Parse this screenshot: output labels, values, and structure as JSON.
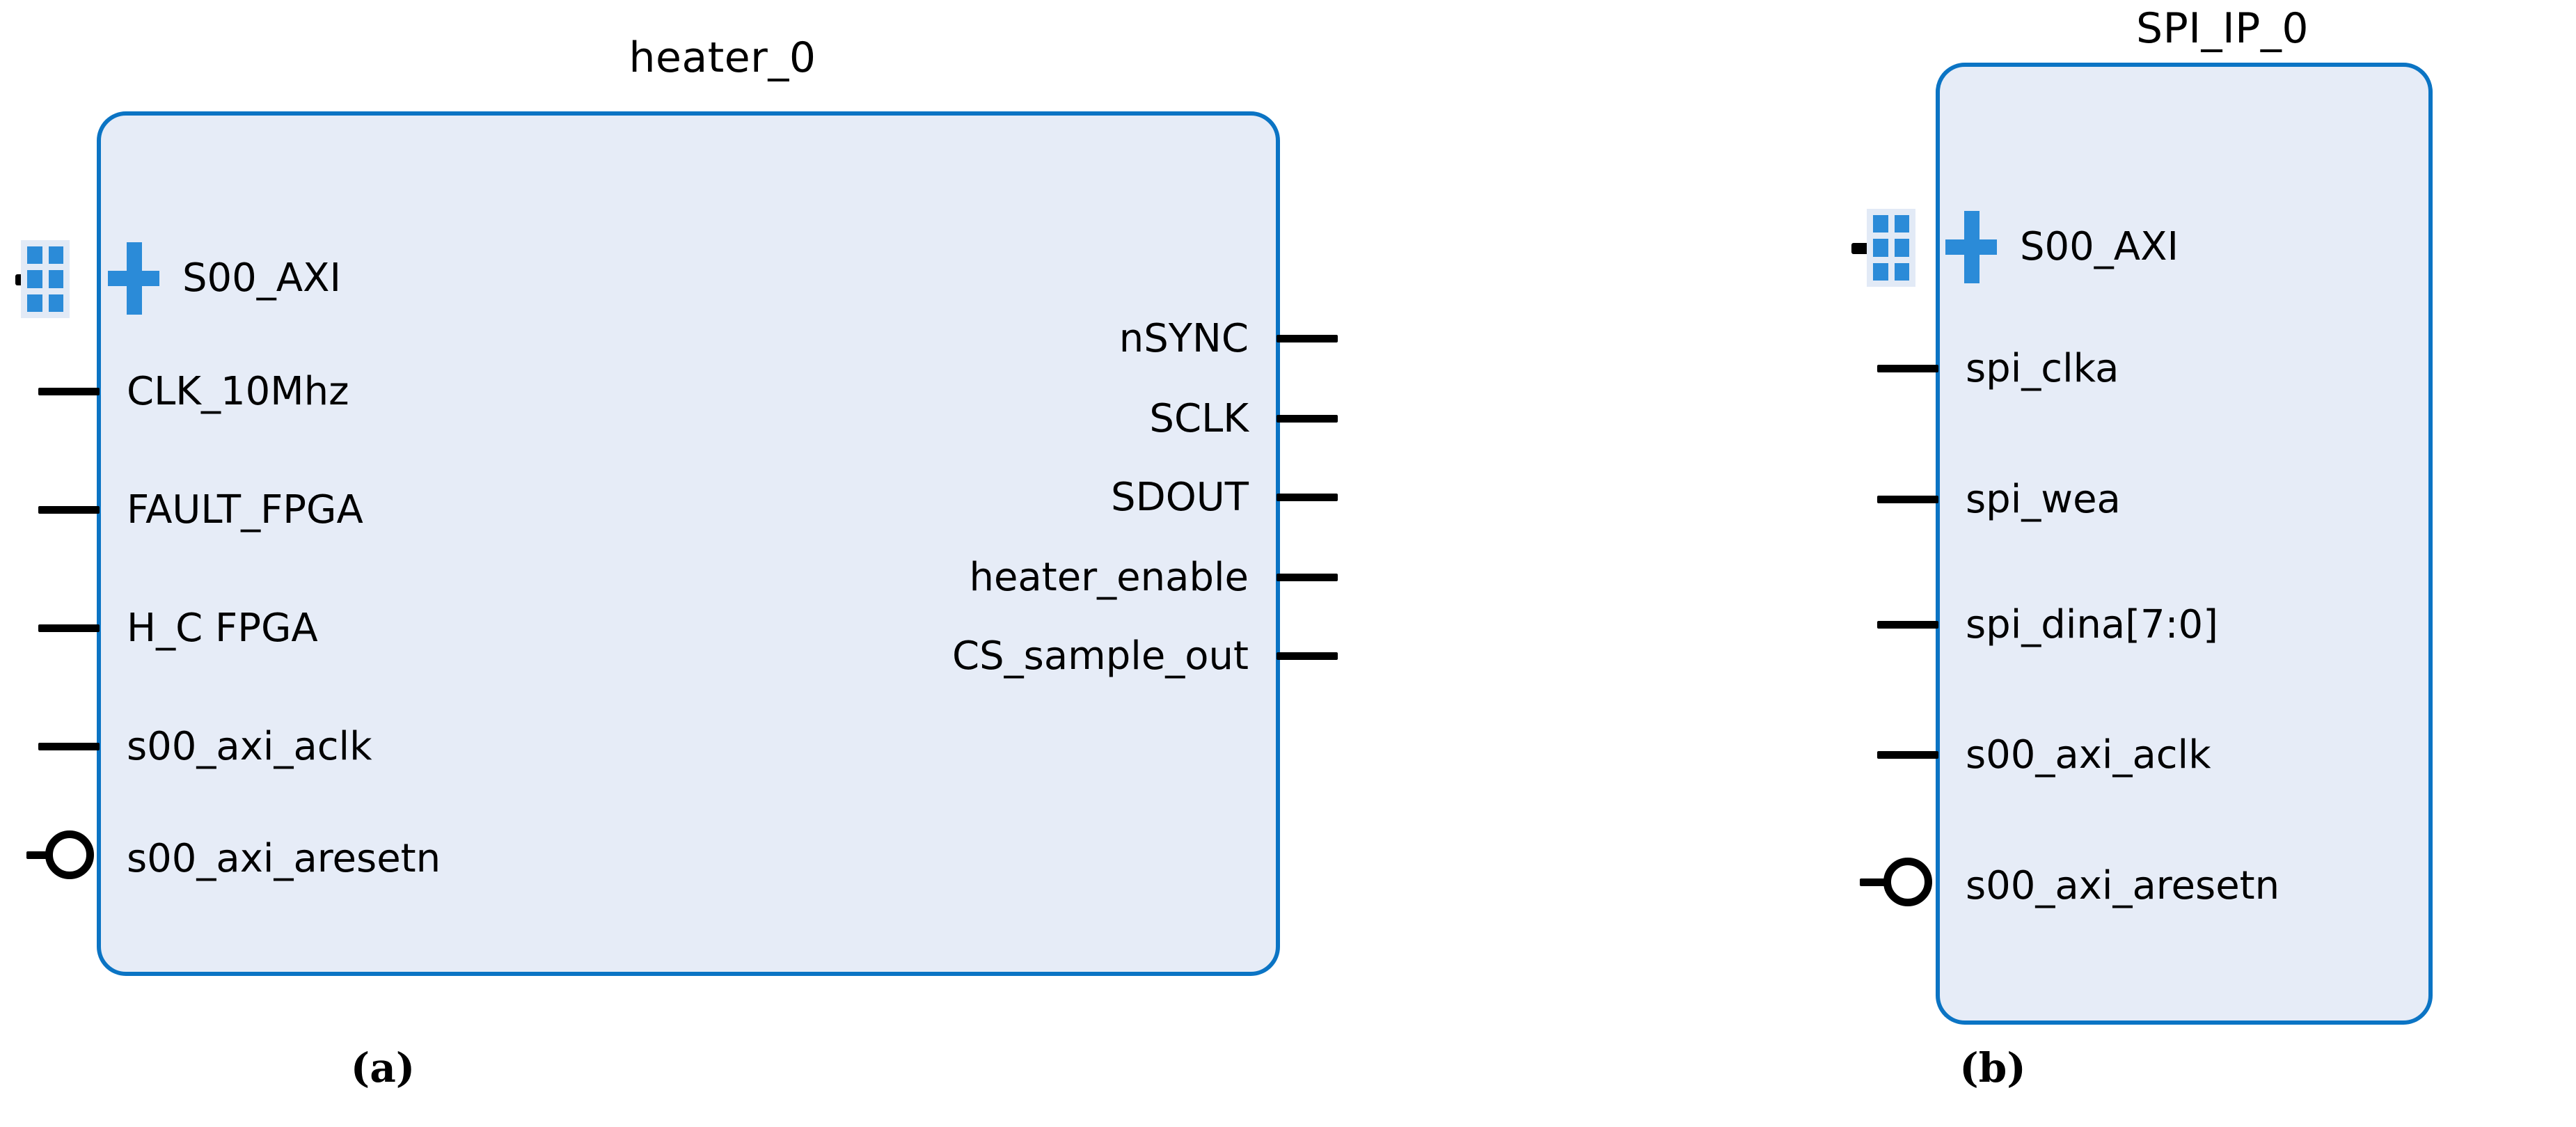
{
  "figure": {
    "background_color": "#ffffff",
    "block_fill_color": "#e6ecf7",
    "block_border_color": "#0b74c4",
    "bus_icon_color": "#2b8bd8",
    "pin_color": "#000000",
    "captions": [
      {
        "id": "a",
        "label": "(a)"
      },
      {
        "id": "b",
        "label": "(b)"
      }
    ]
  },
  "blocks": [
    {
      "id": "heater_0",
      "title": "heater_0",
      "bus_interfaces": [
        {
          "name": "S00_AXI",
          "expander": "plus-icon",
          "side": "left"
        }
      ],
      "inputs": [
        {
          "name": "CLK_10Mhz",
          "active_low": false
        },
        {
          "name": "FAULT_FPGA",
          "active_low": false
        },
        {
          "name": "H_C FPGA",
          "active_low": false
        },
        {
          "name": "s00_axi_aclk",
          "active_low": false
        },
        {
          "name": "s00_axi_aresetn",
          "active_low": true
        }
      ],
      "outputs": [
        {
          "name": "nSYNC"
        },
        {
          "name": "SCLK"
        },
        {
          "name": "SDOUT"
        },
        {
          "name": "heater_enable"
        },
        {
          "name": "CS_sample_out"
        }
      ]
    },
    {
      "id": "SPI_IP_0",
      "title": "SPI_IP_0",
      "bus_interfaces": [
        {
          "name": "S00_AXI",
          "expander": "plus-icon",
          "side": "left"
        }
      ],
      "inputs": [
        {
          "name": "spi_clka",
          "active_low": false
        },
        {
          "name": "spi_wea",
          "active_low": false
        },
        {
          "name": "spi_dina[7:0]",
          "active_low": false
        },
        {
          "name": "s00_axi_aclk",
          "active_low": false
        },
        {
          "name": "s00_axi_aresetn",
          "active_low": true
        }
      ],
      "outputs": []
    }
  ]
}
